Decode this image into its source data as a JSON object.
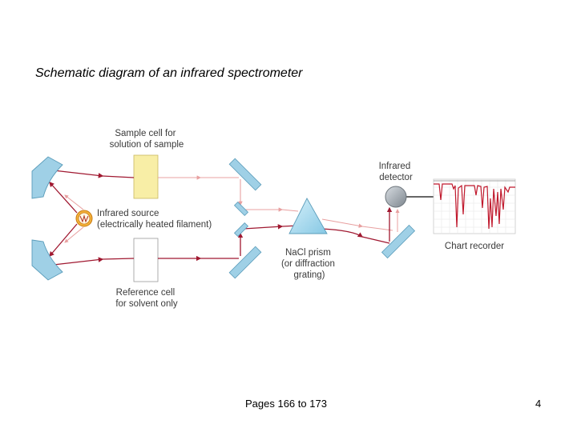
{
  "slide": {
    "title": "Schematic diagram of an infrared spectrometer",
    "footer": "Pages 166 to 173",
    "page_number": "4"
  },
  "labels": {
    "sample_cell": [
      "Sample cell for",
      "solution of sample"
    ],
    "reference_cell": [
      "Reference cell",
      "for solvent only"
    ],
    "infrared_source": [
      "Infrared source",
      "(electrically heated filament)"
    ],
    "prism": [
      "NaCl prism",
      "(or diffraction",
      "grating)"
    ],
    "detector": [
      "Infrared",
      "detector"
    ],
    "chart_recorder": [
      "Chart recorder"
    ]
  },
  "colors": {
    "beam_dark": "#a01830",
    "beam_light": "#e8a0a0",
    "mirror": "#9fd0e6",
    "mirror_edge": "#5a9cba",
    "sample_cell": "#f8eea6",
    "prism": "#a8dbef",
    "detector": "#9aa3ab",
    "trace": "#c0182c"
  }
}
